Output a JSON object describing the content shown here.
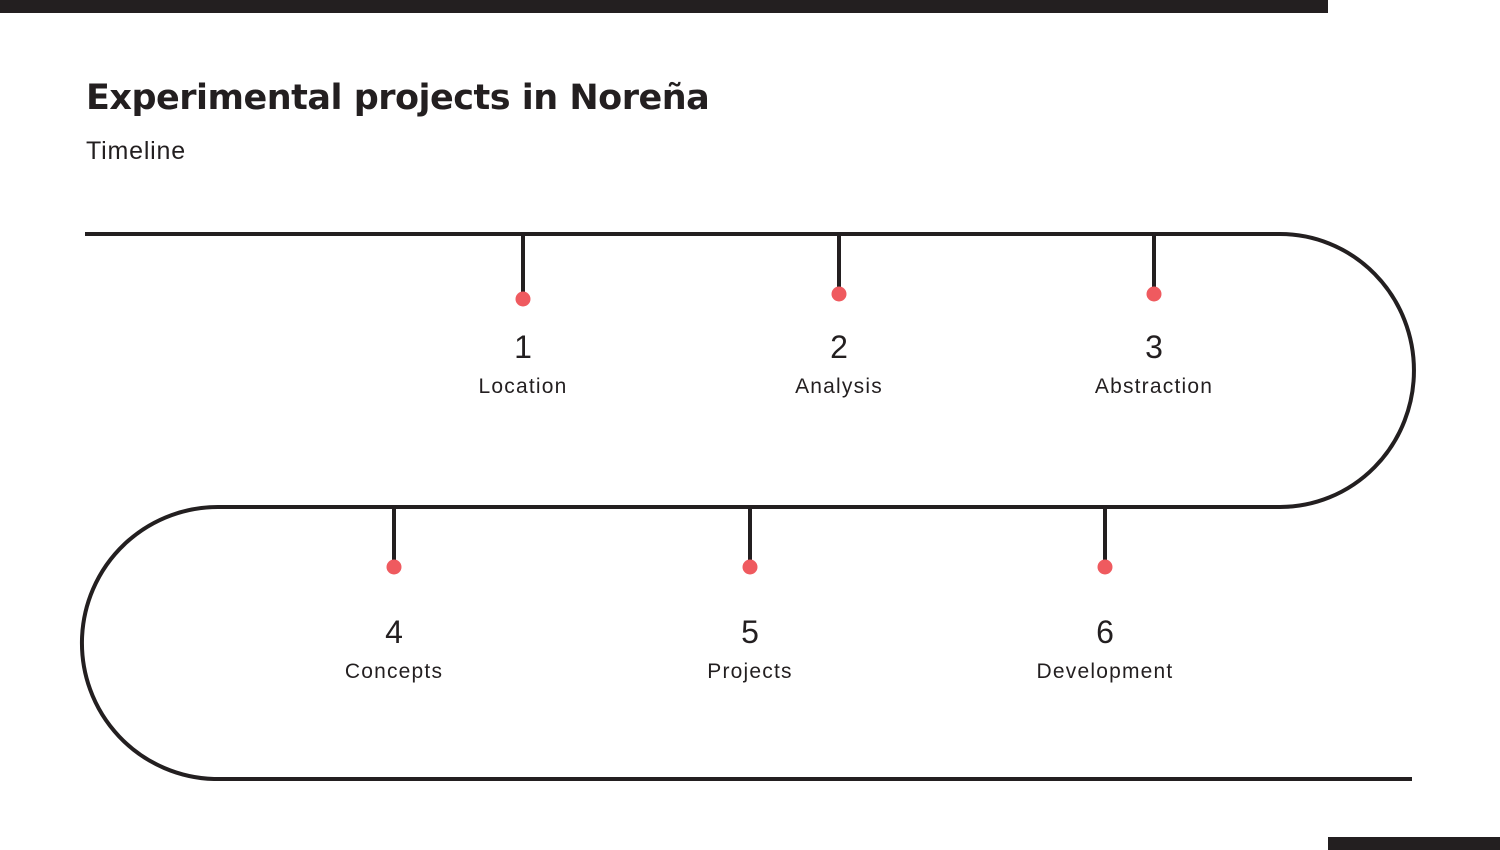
{
  "header": {
    "title": "Experimental projects in Noreña",
    "subtitle": "Timeline"
  },
  "colors": {
    "dark": "#231f20",
    "accent": "#ef5a5f",
    "background": "#ffffff"
  },
  "steps": [
    {
      "number": "1",
      "label": "Location"
    },
    {
      "number": "2",
      "label": "Analysis"
    },
    {
      "number": "3",
      "label": "Abstraction"
    },
    {
      "number": "4",
      "label": "Concepts"
    },
    {
      "number": "5",
      "label": "Projects"
    },
    {
      "number": "6",
      "label": "Development"
    }
  ]
}
